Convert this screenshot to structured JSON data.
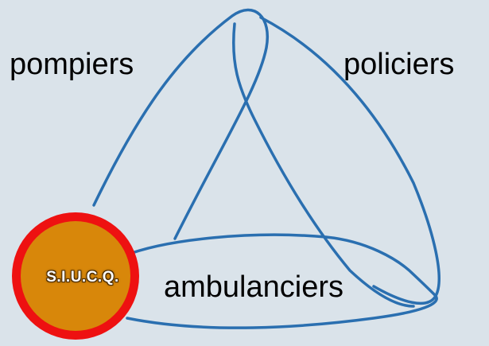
{
  "colors": {
    "background": "#dae3ea",
    "loop_stroke": "#2a6fb0",
    "badge_ring": "#ee1111",
    "badge_fill": "#d8870a",
    "text": "#000000"
  },
  "labels": {
    "pompiers": "pompiers",
    "policiers": "policiers",
    "ambulanciers": "ambulanciers"
  },
  "badge": {
    "text": "S.I.U.C.Q."
  },
  "icons": {
    "trefoil": "trefoil-knot-icon",
    "badge": "circle-badge-icon"
  }
}
